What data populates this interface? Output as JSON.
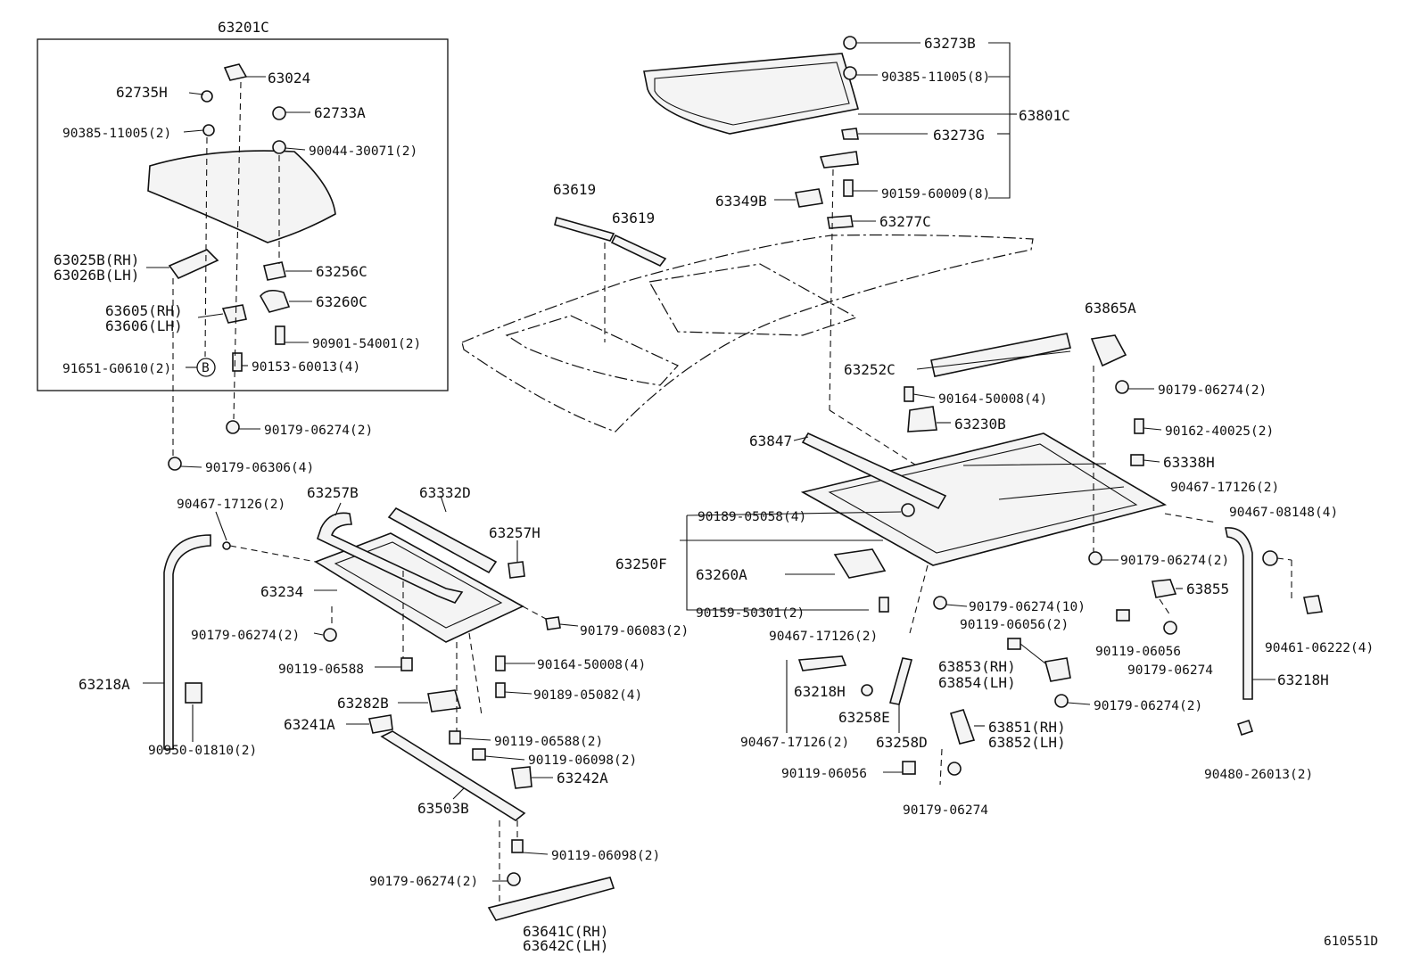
{
  "diagram": {
    "figure_id": "610551D",
    "group_label": "63201C",
    "callout_b": "B",
    "labels": {
      "p63201C": "63201C",
      "p63024": "63024",
      "p62735H": "62735H",
      "p62733A": "62733A",
      "p90385_11005_2": "90385-11005(2)",
      "p90044_30071_2": "90044-30071(2)",
      "p63025B": "63025B(RH)",
      "p63026B": "63026B(LH)",
      "p63256C": "63256C",
      "p63260C": "63260C",
      "p63605": "63605(RH)",
      "p63606": "63606(LH)",
      "p90901_54001_2": "90901-54001(2)",
      "p91651_G0610_2": "91651-G0610(2)",
      "p90153_60013_4": "90153-60013(4)",
      "p90179_06274_2_a": "90179-06274(2)",
      "p90179_06306_4": "90179-06306(4)",
      "p63273B": "63273B",
      "p90385_11005_8": "90385-11005(8)",
      "p63801C": "63801C",
      "p63273G": "63273G",
      "p90159_60009_8": "90159-60009(8)",
      "p63349B": "63349B",
      "p63277C": "63277C",
      "p63619_a": "63619",
      "p63619_b": "63619",
      "p63865A": "63865A",
      "p63252C": "63252C",
      "p90179_06274_2_b": "90179-06274(2)",
      "p90164_50008_4_a": "90164-50008(4)",
      "p63230B": "63230B",
      "p90162_40025_2": "90162-40025(2)",
      "p63847": "63847",
      "p63338H": "63338H",
      "p90467_17126_2_a": "90467-17126(2)",
      "p90467_08148_4": "90467-08148(4)",
      "p90189_05058_4": "90189-05058(4)",
      "p63250F": "63250F",
      "p63260A": "63260A",
      "p90179_06274_2_c": "90179-06274(2)",
      "p63855": "63855",
      "p90159_50301_2": "90159-50301(2)",
      "p90179_06274_10": "90179-06274(10)",
      "p90119_06056_2": "90119-06056(2)",
      "p90467_17126_2_b": "90467-17126(2)",
      "p90119_06056_a": "90119-06056",
      "p90461_06222_4": "90461-06222(4)",
      "p90179_06274_a": "90179-06274",
      "p63853": "63853(RH)",
      "p63854": "63854(LH)",
      "p63218H_a": "63218H",
      "p63218H_b": "63218H",
      "p63258E": "63258E",
      "p90179_06274_2_d": "90179-06274(2)",
      "p63851": "63851(RH)",
      "p63852": "63852(LH)",
      "p90467_17126_2_c": "90467-17126(2)",
      "p63258D": "63258D",
      "p90480_26013_2": "90480-26013(2)",
      "p90119_06056_b": "90119-06056",
      "p90179_06274_b": "90179-06274",
      "p90467_17126_2_d": "90467-17126(2)",
      "p63257B": "63257B",
      "p63332D": "63332D",
      "p63257H": "63257H",
      "p63234": "63234",
      "p90179_06274_2_e": "90179-06274(2)",
      "p90179_06083_2": "90179-06083(2)",
      "p63218A": "63218A",
      "p90119_06588_a": "90119-06588",
      "p90164_50008_4_b": "90164-50008(4)",
      "p90189_05082_4": "90189-05082(4)",
      "p63282B": "63282B",
      "p63241A": "63241A",
      "p90950_01810_2": "90950-01810(2)",
      "p90119_06588_2": "90119-06588(2)",
      "p90119_06098_2_a": "90119-06098(2)",
      "p63242A": "63242A",
      "p63503B": "63503B",
      "p90119_06098_2_b": "90119-06098(2)",
      "p90179_06274_2_f": "90179-06274(2)",
      "p63641C": "63641C(RH)",
      "p63642C": "63642C(LH)"
    }
  }
}
